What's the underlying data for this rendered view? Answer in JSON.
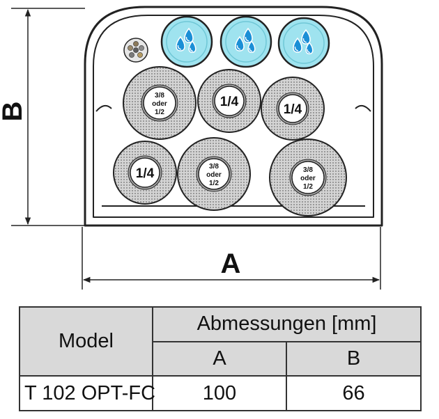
{
  "diagram": {
    "dim_a_label": "A",
    "dim_b_label": "B",
    "outlets": [
      {
        "kind": "water"
      },
      {
        "kind": "water"
      },
      {
        "kind": "water"
      },
      {
        "kind": "cable"
      },
      {
        "kind": "gland",
        "label": [
          "3/8",
          "oder",
          "1/2"
        ]
      },
      {
        "kind": "gland",
        "label": [
          "1/4"
        ]
      },
      {
        "kind": "gland",
        "label": [
          "1/4"
        ]
      },
      {
        "kind": "gland",
        "label": [
          "1/4"
        ]
      },
      {
        "kind": "gland",
        "label": [
          "3/8",
          "oder",
          "1/2"
        ]
      },
      {
        "kind": "gland",
        "label": [
          "3/8",
          "oder",
          "1/2"
        ]
      }
    ]
  },
  "table": {
    "header_model": "Model",
    "header_dimensions": "Abmessungen [mm]",
    "col_a": "A",
    "col_b": "B",
    "rows": [
      {
        "model": "T 102 OPT-FC",
        "a": "100",
        "b": "66"
      }
    ]
  },
  "colors": {
    "water_fill": "#9fe3ef",
    "water_drop": "#1b8fd6",
    "gland_fill": "#cfcfcf",
    "table_header": "#d9d9d9"
  }
}
